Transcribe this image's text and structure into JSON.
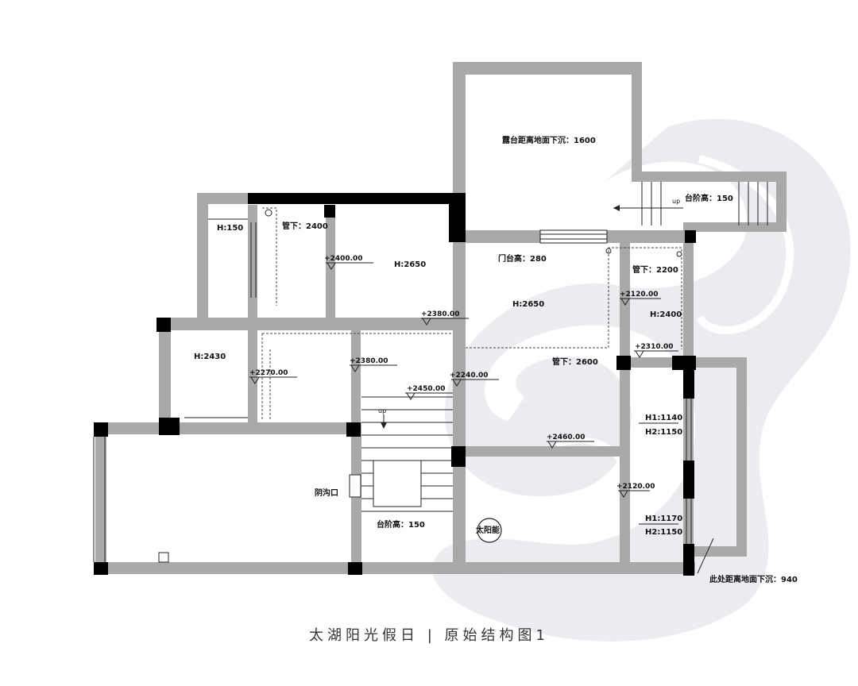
{
  "caption": "太湖阳光假日 | 原始结构图1",
  "rooms": [
    {
      "id": "terrace",
      "text": "露台距离地面下沉：1600"
    },
    {
      "id": "step-top",
      "text": "台阶高：150"
    },
    {
      "id": "h150",
      "text": "H:150"
    },
    {
      "id": "pipe-2400",
      "text": "管下：2400"
    },
    {
      "id": "h2650-a",
      "text": "H:2650"
    },
    {
      "id": "door-step",
      "text": "门台高：280"
    },
    {
      "id": "h2650-b",
      "text": "H:2650"
    },
    {
      "id": "pipe-2200",
      "text": "管下：2200"
    },
    {
      "id": "h2400",
      "text": "H:2400"
    },
    {
      "id": "h2430",
      "text": "H:2430"
    },
    {
      "id": "pipe-2600",
      "text": "管下：2600"
    },
    {
      "id": "h1-1140",
      "text": "H1:1140"
    },
    {
      "id": "h2-1150-a",
      "text": "H2:1150"
    },
    {
      "id": "h1-1170",
      "text": "H1:1170"
    },
    {
      "id": "h2-1150-b",
      "text": "H2:1150"
    },
    {
      "id": "drain",
      "text": "阴沟口"
    },
    {
      "id": "step-bottom",
      "text": "台阶高：150"
    },
    {
      "id": "solar",
      "text": "太阳能"
    },
    {
      "id": "sunk-940",
      "text": "此处距离地面下沉：940"
    }
  ],
  "elevations": [
    "+2400.00",
    "+2380.00",
    "+2120.00",
    "+2310.00",
    "+2270.00",
    "+2380.00",
    "+2240.00",
    "+2450.00",
    "+2460.00",
    "+2120.00"
  ],
  "stair_markers": [
    "up",
    "up"
  ]
}
